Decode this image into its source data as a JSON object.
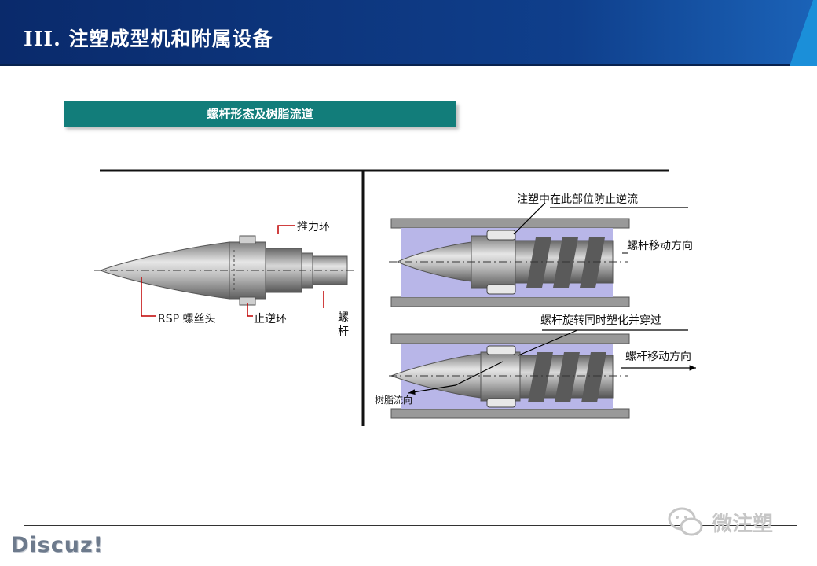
{
  "header": {
    "title": "III. 注塑成型机和附属设备",
    "colors": {
      "band_dark": "#0a2a6b",
      "band_light": "#1b63b8",
      "accent": "#1b8fd9"
    }
  },
  "section": {
    "banner": "螺杆形态及树脂流道",
    "color": "#127d7a"
  },
  "left_diagram": {
    "labels": {
      "thrust_ring": "推力环",
      "rsp_head": "RSP 螺丝头",
      "check_ring": "止逆环",
      "screw": "螺杆"
    }
  },
  "right_diagram": {
    "top": {
      "annotation": "注塑中在此部位防止逆流",
      "direction": "螺杆移动方向"
    },
    "bottom": {
      "annotation": "螺杆旋转同时塑化并穿过",
      "direction": "螺杆移动方向",
      "flow": "树脂流向"
    }
  },
  "footer": {
    "brand": "Discuz!",
    "wechat": "微注塑"
  }
}
